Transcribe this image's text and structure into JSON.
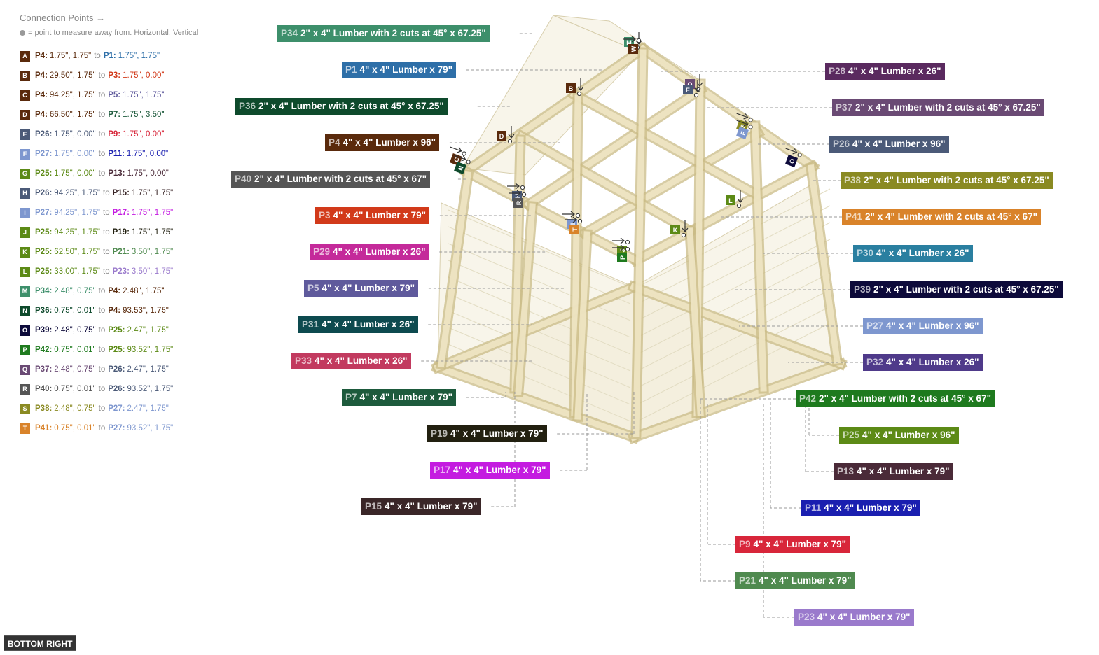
{
  "legend": {
    "title": "Connection Points →",
    "hint": "= point to measure away from. Horizontal, Vertical",
    "to_word": "to",
    "rows": [
      {
        "key": "A",
        "color": "#5a2a0c",
        "from_id": "P4:",
        "from_val": "1.75\", 1.75\"",
        "from_color": "#5a2a0c",
        "to_id": "P1:",
        "to_val": "1.75\", 1.75\"",
        "to_color": "#2e6fa8"
      },
      {
        "key": "B",
        "color": "#5a2a0c",
        "from_id": "P4:",
        "from_val": "29.50\", 1.75\"",
        "from_color": "#5a2a0c",
        "to_id": "P3:",
        "to_val": "1.75\", 0.00\"",
        "to_color": "#d23a1a"
      },
      {
        "key": "C",
        "color": "#5a2a0c",
        "from_id": "P4:",
        "from_val": "94.25\", 1.75\"",
        "from_color": "#5a2a0c",
        "to_id": "P5:",
        "to_val": "1.75\", 1.75\"",
        "to_color": "#5f5a9c"
      },
      {
        "key": "D",
        "color": "#5a2a0c",
        "from_id": "P4:",
        "from_val": "66.50\", 1.75\"",
        "from_color": "#5a2a0c",
        "to_id": "P7:",
        "to_val": "1.75\", 3.50\"",
        "to_color": "#1d5a3c"
      },
      {
        "key": "E",
        "color": "#4b5a78",
        "from_id": "P26:",
        "from_val": "1.75\", 0.00\"",
        "from_color": "#4b5a78",
        "to_id": "P9:",
        "to_val": "1.75\", 0.00\"",
        "to_color": "#d8263a"
      },
      {
        "key": "F",
        "color": "#7e97cf",
        "from_id": "P27:",
        "from_val": "1.75\", 0.00\"",
        "from_color": "#7e97cf",
        "to_id": "P11:",
        "to_val": "1.75\", 0.00\"",
        "to_color": "#1a1fb0"
      },
      {
        "key": "G",
        "color": "#5c8a16",
        "from_id": "P25:",
        "from_val": "1.75\", 0.00\"",
        "from_color": "#5c8a16",
        "to_id": "P13:",
        "to_val": "1.75\", 0.00\"",
        "to_color": "#4a2a38"
      },
      {
        "key": "H",
        "color": "#4b5a78",
        "from_id": "P26:",
        "from_val": "94.25\", 1.75\"",
        "from_color": "#4b5a78",
        "to_id": "P15:",
        "to_val": "1.75\", 1.75\"",
        "to_color": "#3a2628"
      },
      {
        "key": "I",
        "color": "#7e97cf",
        "from_id": "P27:",
        "from_val": "94.25\", 1.75\"",
        "from_color": "#7e97cf",
        "to_id": "P17:",
        "to_val": "1.75\", 1.75\"",
        "to_color": "#c41ce0"
      },
      {
        "key": "J",
        "color": "#5c8a16",
        "from_id": "P25:",
        "from_val": "94.25\", 1.75\"",
        "from_color": "#5c8a16",
        "to_id": "P19:",
        "to_val": "1.75\", 1.75\"",
        "to_color": "#222010"
      },
      {
        "key": "K",
        "color": "#5c8a16",
        "from_id": "P25:",
        "from_val": "62.50\", 1.75\"",
        "from_color": "#5c8a16",
        "to_id": "P21:",
        "to_val": "3.50\", 1.75\"",
        "to_color": "#4f8a4f"
      },
      {
        "key": "L",
        "color": "#5c8a16",
        "from_id": "P25:",
        "from_val": "33.00\", 1.75\"",
        "from_color": "#5c8a16",
        "to_id": "P23:",
        "to_val": "3.50\", 1.75\"",
        "to_color": "#9a7acc"
      },
      {
        "key": "M",
        "color": "#3d8f6b",
        "from_id": "P34:",
        "from_val": "2.48\", 0.75\"",
        "from_color": "#3d8f6b",
        "to_id": "P4:",
        "to_val": "2.48\", 1.75\"",
        "to_color": "#5a2a0c"
      },
      {
        "key": "N",
        "color": "#0e4a2c",
        "from_id": "P36:",
        "from_val": "0.75\", 0.01\"",
        "from_color": "#0e4a2c",
        "to_id": "P4:",
        "to_val": "93.53\", 1.75\"",
        "to_color": "#5a2a0c"
      },
      {
        "key": "O",
        "color": "#0d0a3a",
        "from_id": "P39:",
        "from_val": "2.48\", 0.75\"",
        "from_color": "#0d0a3a",
        "to_id": "P25:",
        "to_val": "2.47\", 1.75\"",
        "to_color": "#5c8a16"
      },
      {
        "key": "P",
        "color": "#1e7a1e",
        "from_id": "P42:",
        "from_val": "0.75\", 0.01\"",
        "from_color": "#1e7a1e",
        "to_id": "P25:",
        "to_val": "93.52\", 1.75\"",
        "to_color": "#5c8a16"
      },
      {
        "key": "Q",
        "color": "#6a4a74",
        "from_id": "P37:",
        "from_val": "2.48\", 0.75\"",
        "from_color": "#6a4a74",
        "to_id": "P26:",
        "to_val": "2.47\", 1.75\"",
        "to_color": "#4b5a78"
      },
      {
        "key": "R",
        "color": "#555555",
        "from_id": "P40:",
        "from_val": "0.75\", 0.01\"",
        "from_color": "#555555",
        "to_id": "P26:",
        "to_val": "93.52\", 1.75\"",
        "to_color": "#4b5a78"
      },
      {
        "key": "S",
        "color": "#8a8a22",
        "from_id": "P38:",
        "from_val": "2.48\", 0.75\"",
        "from_color": "#8a8a22",
        "to_id": "P27:",
        "to_val": "2.47\", 1.75\"",
        "to_color": "#7e97cf"
      },
      {
        "key": "T",
        "color": "#d9832a",
        "from_id": "P41:",
        "from_val": "0.75\", 0.01\"",
        "from_color": "#d9832a",
        "to_id": "P27:",
        "to_val": "93.52\", 1.75\"",
        "to_color": "#7e97cf"
      }
    ]
  },
  "parts": [
    {
      "id": "P34",
      "text": "2\" x 4\" Lumber with 2 cuts at 45° x 67.25\"",
      "color": "#3d8f6b"
    },
    {
      "id": "P1",
      "text": "4\" x 4\" Lumber x 79\"",
      "color": "#2e6fa8"
    },
    {
      "id": "P36",
      "text": "2\" x 4\" Lumber with 2 cuts at 45° x 67.25\"",
      "color": "#0e4a2c"
    },
    {
      "id": "P4",
      "text": "4\" x 4\" Lumber x 96\"",
      "color": "#5a2a0c"
    },
    {
      "id": "P40",
      "text": "2\" x 4\" Lumber with 2 cuts at 45° x 67\"",
      "color": "#555555"
    },
    {
      "id": "P3",
      "text": "4\" x 4\" Lumber x 79\"",
      "color": "#d23a1a"
    },
    {
      "id": "P29",
      "text": "4\" x 4\" Lumber x 26\"",
      "color": "#c42a9a"
    },
    {
      "id": "P5",
      "text": "4\" x 4\" Lumber x 79\"",
      "color": "#5f5a9c"
    },
    {
      "id": "P31",
      "text": "4\" x 4\" Lumber x 26\"",
      "color": "#0d4a4f"
    },
    {
      "id": "P33",
      "text": "4\" x 4\" Lumber x 26\"",
      "color": "#c23a5f"
    },
    {
      "id": "P7",
      "text": "4\" x 4\" Lumber x 79\"",
      "color": "#1d5a3c"
    },
    {
      "id": "P19",
      "text": "4\" x 4\" Lumber x 79\"",
      "color": "#222010"
    },
    {
      "id": "P17",
      "text": "4\" x 4\" Lumber x 79\"",
      "color": "#c41ce0"
    },
    {
      "id": "P15",
      "text": "4\" x 4\" Lumber x 79\"",
      "color": "#3a2628"
    },
    {
      "id": "P28",
      "text": "4\" x 4\" Lumber x 26\"",
      "color": "#5a2a5f"
    },
    {
      "id": "P37",
      "text": "2\" x 4\" Lumber with 2 cuts at 45° x 67.25\"",
      "color": "#6a4a74"
    },
    {
      "id": "P26",
      "text": "4\" x 4\" Lumber x 96\"",
      "color": "#4b5a78"
    },
    {
      "id": "P38",
      "text": "2\" x 4\" Lumber with 2 cuts at 45° x 67.25\"",
      "color": "#8a8a22"
    },
    {
      "id": "P41",
      "text": "2\" x 4\" Lumber with 2 cuts at 45° x 67\"",
      "color": "#d9832a"
    },
    {
      "id": "P30",
      "text": "4\" x 4\" Lumber x 26\"",
      "color": "#2a7fa0"
    },
    {
      "id": "P39",
      "text": "2\" x 4\" Lumber with 2 cuts at 45° x 67.25\"",
      "color": "#0d0a3a"
    },
    {
      "id": "P27",
      "text": "4\" x 4\" Lumber x 96\"",
      "color": "#7e97cf"
    },
    {
      "id": "P32",
      "text": "4\" x 4\" Lumber x 26\"",
      "color": "#4f3a8a"
    },
    {
      "id": "P42",
      "text": "2\" x 4\" Lumber with 2 cuts at 45° x 67\"",
      "color": "#1e7a1e"
    },
    {
      "id": "P25",
      "text": "4\" x 4\" Lumber x 96\"",
      "color": "#5c8a16"
    },
    {
      "id": "P13",
      "text": "4\" x 4\" Lumber x 79\"",
      "color": "#4a2a38"
    },
    {
      "id": "P11",
      "text": "4\" x 4\" Lumber x 79\"",
      "color": "#1a1fb0"
    },
    {
      "id": "P9",
      "text": "4\" x 4\" Lumber x 79\"",
      "color": "#d8263a"
    },
    {
      "id": "P21",
      "text": "4\" x 4\" Lumber x 79\"",
      "color": "#4f8a4f"
    },
    {
      "id": "P23",
      "text": "4\" x 4\" Lumber x 79\"",
      "color": "#9a7acc"
    }
  ],
  "markers": [
    {
      "text": "M",
      "color": "#3d8f6b"
    },
    {
      "text": "W",
      "color": "#5a2a0c"
    },
    {
      "text": "B",
      "color": "#5a2a0c"
    },
    {
      "text": "D",
      "color": "#5a2a0c"
    },
    {
      "text": "C",
      "color": "#5a2a0c"
    },
    {
      "text": "N",
      "color": "#0e4a2c"
    },
    {
      "text": "Q",
      "color": "#6a4a74"
    },
    {
      "text": "E",
      "color": "#4b5a78"
    },
    {
      "text": "S",
      "color": "#8a8a22"
    },
    {
      "text": "F",
      "color": "#7e97cf"
    },
    {
      "text": "O",
      "color": "#0d0a3a"
    },
    {
      "text": "H",
      "color": "#4b5a78"
    },
    {
      "text": "R",
      "color": "#555555"
    },
    {
      "text": "I",
      "color": "#7e97cf"
    },
    {
      "text": "T",
      "color": "#d9832a"
    },
    {
      "text": "J",
      "color": "#5c8a16"
    },
    {
      "text": "P",
      "color": "#1e7a1e"
    },
    {
      "text": "K",
      "color": "#5c8a16"
    },
    {
      "text": "L",
      "color": "#5c8a16"
    }
  ],
  "view_button": "BOTTOM RIGHT"
}
